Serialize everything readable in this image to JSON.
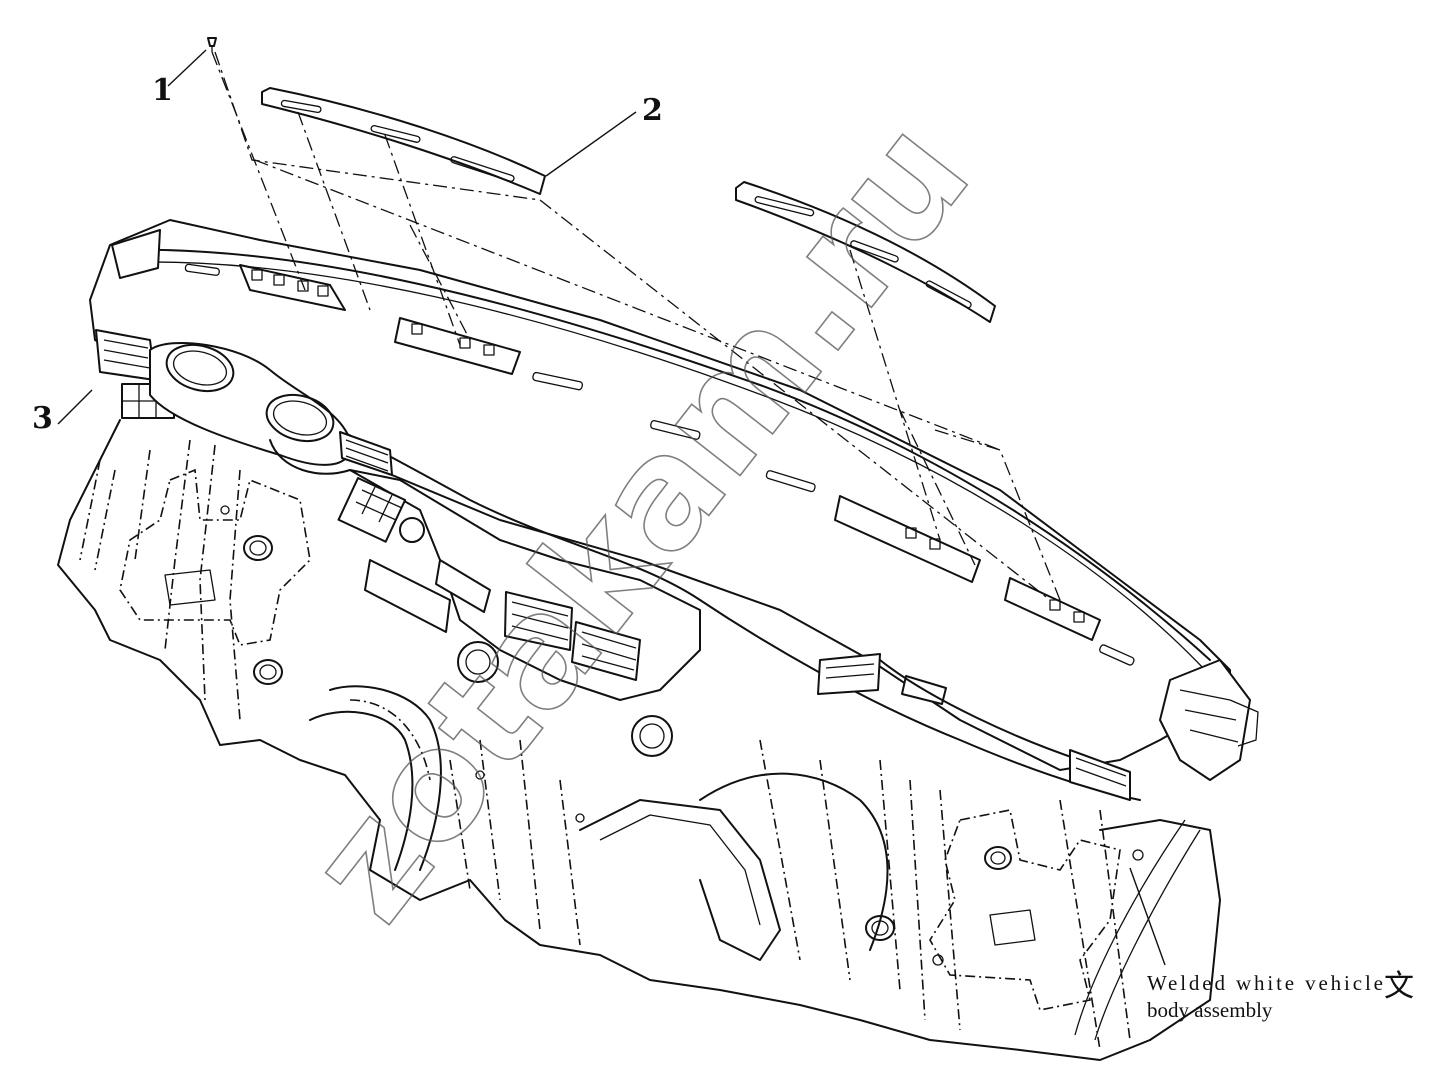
{
  "callouts": [
    {
      "id": "1",
      "label": "1"
    },
    {
      "id": "2",
      "label": "2"
    },
    {
      "id": "3",
      "label": "3"
    }
  ],
  "annotation": {
    "line1": "Welded white vehicle",
    "line2": "body assembly",
    "glyph": "文"
  },
  "watermark": "zotakam.ru"
}
